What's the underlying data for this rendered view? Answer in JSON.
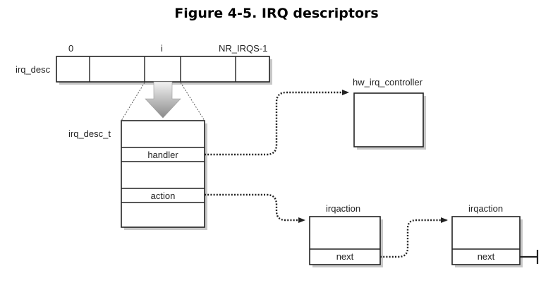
{
  "figure": {
    "title": "Figure 4-5. IRQ descriptors"
  },
  "array": {
    "name": "irq_desc",
    "index_first": "0",
    "index_mid": "i",
    "index_last": "NR_IRQS-1"
  },
  "descriptor": {
    "name": "irq_desc_t",
    "field_handler": "handler",
    "field_action": "action"
  },
  "controller": {
    "name": "hw_irq_controller"
  },
  "actions": [
    {
      "name": "irqaction",
      "field_next": "next"
    },
    {
      "name": "irqaction",
      "field_next": "next"
    }
  ]
}
